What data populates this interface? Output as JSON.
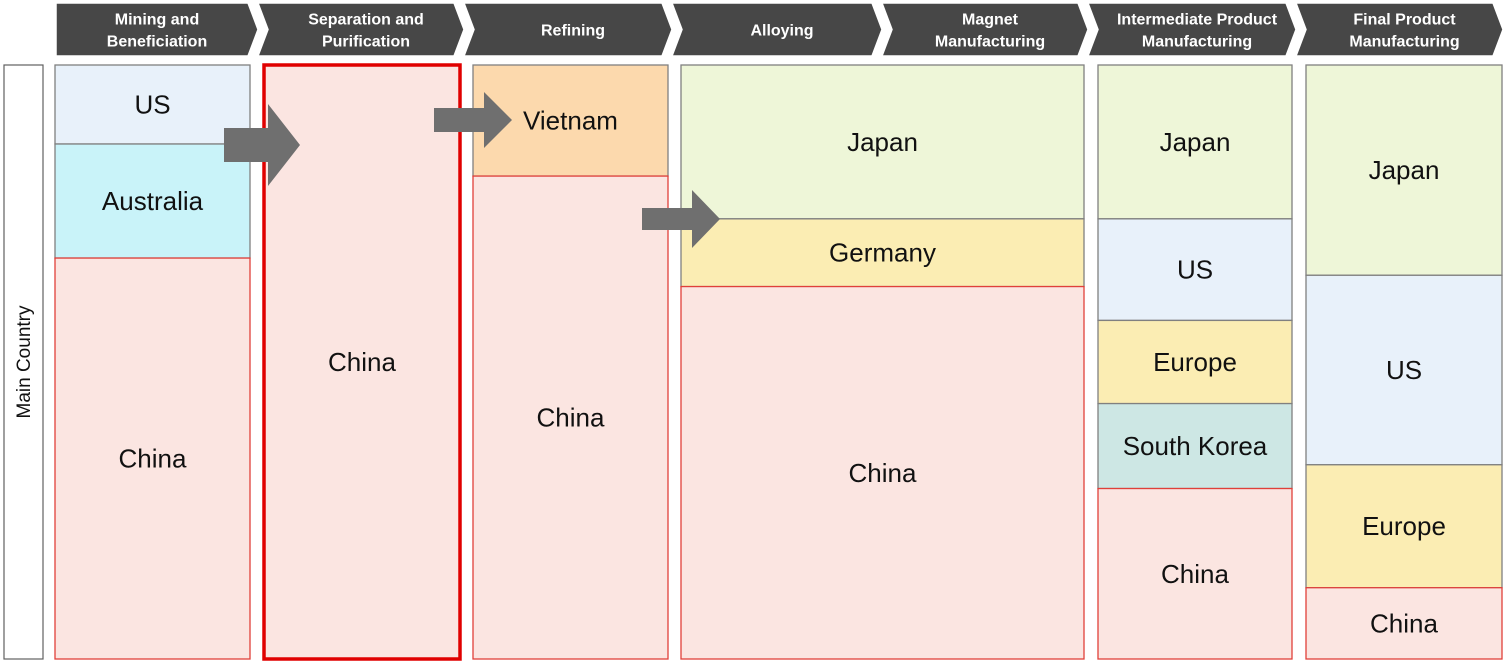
{
  "stages": [
    {
      "lines": [
        "Mining and",
        "Beneficiation"
      ]
    },
    {
      "lines": [
        "Separation and",
        "Purification"
      ]
    },
    {
      "lines": [
        "Refining"
      ]
    },
    {
      "lines": [
        "Alloying"
      ]
    },
    {
      "lines": [
        "Magnet",
        "Manufacturing"
      ]
    },
    {
      "lines": [
        "Intermediate Product",
        "Manufacturing"
      ]
    },
    {
      "lines": [
        "Final Product",
        "Manufacturing"
      ]
    }
  ],
  "side_label": "Main Country",
  "columns": [
    {
      "segments": [
        {
          "label": "US",
          "share": 0.133,
          "fill": "#e8f1fa",
          "stroke": "#808080"
        },
        {
          "label": "Australia",
          "share": 0.192,
          "fill": "#c9f3f9",
          "stroke": "#808080"
        },
        {
          "label": "China",
          "share": 0.675,
          "fill": "#fbe5e1",
          "stroke": "#e0403a"
        }
      ]
    },
    {
      "highlight": true,
      "segments": [
        {
          "label": "China",
          "share": 1.0,
          "fill": "#fbe5e1",
          "stroke": "#e00000"
        }
      ]
    },
    {
      "segments": [
        {
          "label": "Vietnam",
          "share": 0.187,
          "fill": "#fcd9ad",
          "stroke": "#808080"
        },
        {
          "label": "China",
          "share": 0.813,
          "fill": "#fbe5e1",
          "stroke": "#e0403a"
        }
      ]
    },
    {
      "segments": [
        {
          "label": "Japan",
          "share": 0.259,
          "fill": "#eef6d8",
          "stroke": "#808080"
        },
        {
          "label": "Germany",
          "share": 0.114,
          "fill": "#fbedb3",
          "stroke": "#808080"
        },
        {
          "label": "China",
          "share": 0.627,
          "fill": "#fbe5e1",
          "stroke": "#e0403a"
        }
      ]
    },
    {
      "segments": [
        {
          "label": "Japan",
          "share": 0.259,
          "fill": "#eef6d8",
          "stroke": "#808080"
        },
        {
          "label": "US",
          "share": 0.171,
          "fill": "#e8f1fa",
          "stroke": "#808080"
        },
        {
          "label": "Europe",
          "share": 0.14,
          "fill": "#fbedb3",
          "stroke": "#808080"
        },
        {
          "label": "South Korea",
          "share": 0.143,
          "fill": "#cde7e4",
          "stroke": "#808080"
        },
        {
          "label": "China",
          "share": 0.287,
          "fill": "#fbe5e1",
          "stroke": "#e0403a"
        }
      ]
    },
    {
      "segments": [
        {
          "label": "Japan",
          "share": 0.354,
          "fill": "#eef6d8",
          "stroke": "#808080"
        },
        {
          "label": "US",
          "share": 0.319,
          "fill": "#e8f1fa",
          "stroke": "#808080"
        },
        {
          "label": "Europe",
          "share": 0.207,
          "fill": "#fbedb3",
          "stroke": "#808080"
        },
        {
          "label": "China",
          "share": 0.12,
          "fill": "#fbe5e1",
          "stroke": "#e0403a"
        }
      ]
    }
  ],
  "colors": {
    "header_fill": "#474747",
    "arrow_fill": "#6f6f6f",
    "side_box_stroke": "#606060",
    "highlight_stroke": "#e00000"
  }
}
